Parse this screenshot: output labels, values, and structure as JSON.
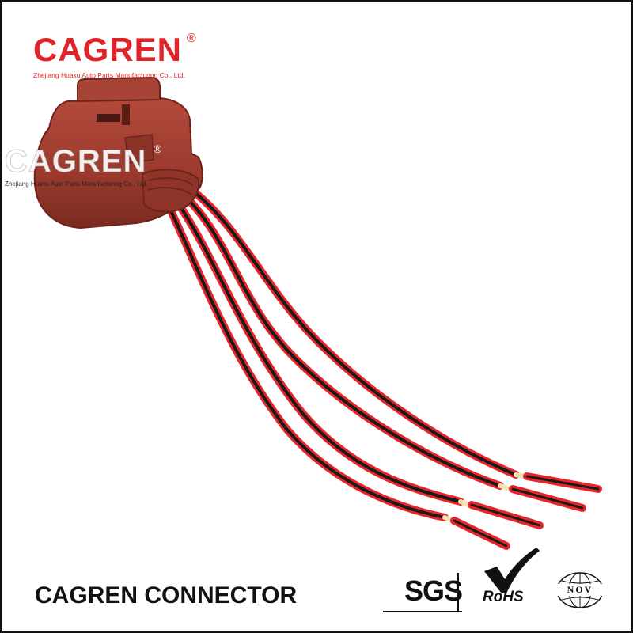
{
  "colors": {
    "brand_red": "#e0242a",
    "connector_brown": "#9c3b2e",
    "wire_red": "#e8262a",
    "wire_black": "#1a1a1a"
  },
  "brand": {
    "name": "CAGREN",
    "registered_mark": "®",
    "company": "Zhejiang Huaxu Auto Parts Manufacturing Co., Ltd."
  },
  "watermark": {
    "name": "CAGREN",
    "registered_mark": "®",
    "company": "Zhejiang Huaxu Auto Parts Manufacturing Co., Ltd."
  },
  "product": {
    "icon": "connector-harness-illustration",
    "wire_count": 4
  },
  "caption": "CAGREN CONNECTOR",
  "certifications": {
    "sgs": "SGS",
    "rohs": "RoHS",
    "nov": "NOV"
  }
}
